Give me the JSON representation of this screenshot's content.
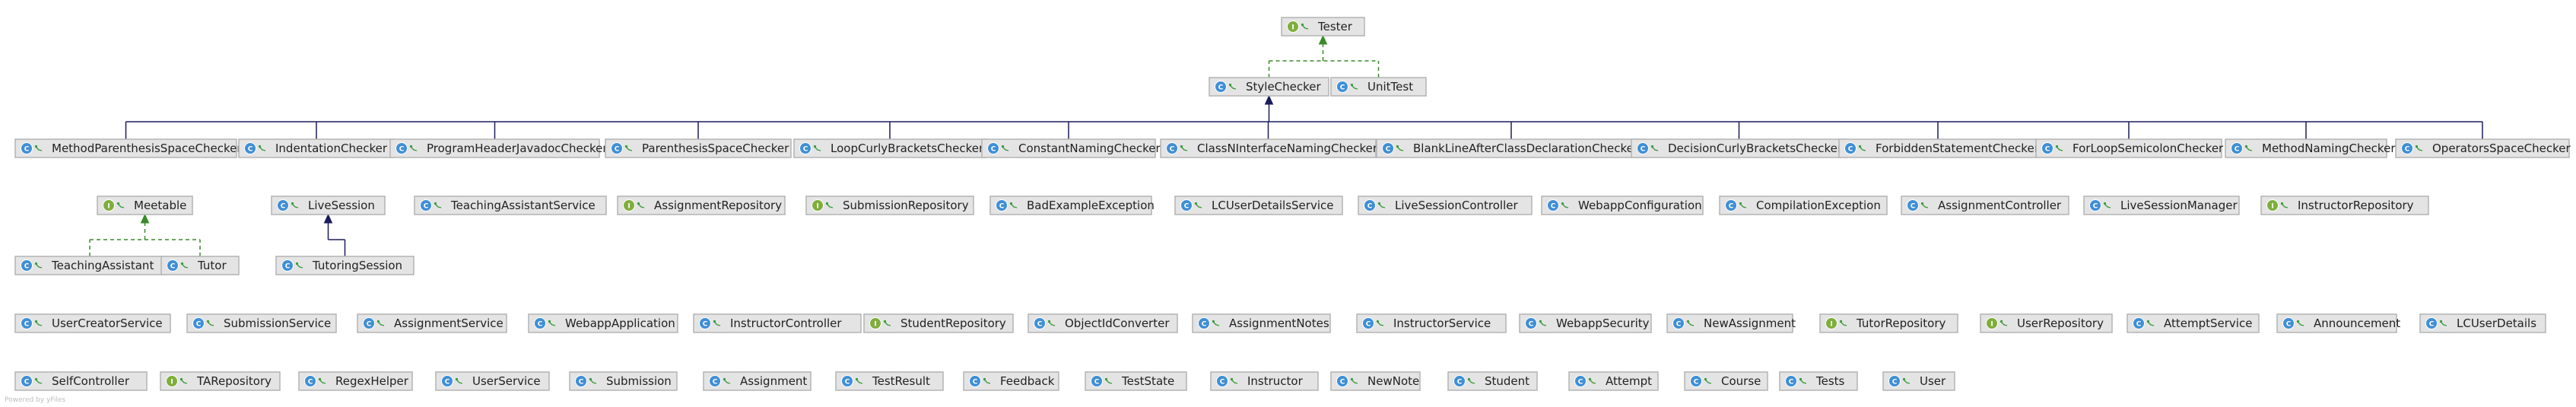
{
  "diagram": {
    "credit": "Powered by yFiles",
    "colors": {
      "class_badge": "#3f8fd6",
      "interface_badge": "#7fae3c",
      "visibility_mark": "#3a9a3a",
      "extends_edge": "#1c1c5c",
      "implements_edge": "#3a8a2a",
      "node_fill": "#e4e4e4",
      "node_border": "#b4b4b4"
    },
    "nodes": [
      {
        "id": "tester",
        "label": "Tester",
        "kind": "interface"
      },
      {
        "id": "stylechecker",
        "label": "StyleChecker",
        "kind": "class"
      },
      {
        "id": "unittest",
        "label": "UnitTest",
        "kind": "class"
      },
      {
        "id": "methodparenthesisspacechecker",
        "label": "MethodParenthesisSpaceChecker",
        "kind": "class"
      },
      {
        "id": "indentationchecker",
        "label": "IndentationChecker",
        "kind": "class"
      },
      {
        "id": "programheaderjavadocchecker",
        "label": "ProgramHeaderJavadocChecker",
        "kind": "class"
      },
      {
        "id": "parenthesisspacechecker",
        "label": "ParenthesisSpaceChecker",
        "kind": "class"
      },
      {
        "id": "loopcurlybracketschecker",
        "label": "LoopCurlyBracketsChecker",
        "kind": "class"
      },
      {
        "id": "constantnamingchecker",
        "label": "ConstantNamingChecker",
        "kind": "class"
      },
      {
        "id": "classninterfacenamingchecker",
        "label": "ClassNInterfaceNamingChecker",
        "kind": "class"
      },
      {
        "id": "blanklineafterclassdeclarationchecker",
        "label": "BlankLineAfterClassDeclarationChecker",
        "kind": "class"
      },
      {
        "id": "decisioncurlybracketschecker",
        "label": "DecisionCurlyBracketsChecker",
        "kind": "class"
      },
      {
        "id": "forbiddenstatementchecker",
        "label": "ForbiddenStatementChecker",
        "kind": "class"
      },
      {
        "id": "forloopsemicolonchecker",
        "label": "ForLoopSemicolonChecker",
        "kind": "class"
      },
      {
        "id": "methodnamingchecker",
        "label": "MethodNamingChecker",
        "kind": "class"
      },
      {
        "id": "operatorsspacechecker",
        "label": "OperatorsSpaceChecker",
        "kind": "class"
      },
      {
        "id": "meetable",
        "label": "Meetable",
        "kind": "interface"
      },
      {
        "id": "livesession",
        "label": "LiveSession",
        "kind": "class"
      },
      {
        "id": "teachingassistantservice",
        "label": "TeachingAssistantService",
        "kind": "class"
      },
      {
        "id": "assignmentrepository",
        "label": "AssignmentRepository",
        "kind": "interface"
      },
      {
        "id": "submissionrepository",
        "label": "SubmissionRepository",
        "kind": "interface"
      },
      {
        "id": "badexampleexception",
        "label": "BadExampleException",
        "kind": "class"
      },
      {
        "id": "lcuserdetailsservice",
        "label": "LCUserDetailsService",
        "kind": "class"
      },
      {
        "id": "livesessioncontroller",
        "label": "LiveSessionController",
        "kind": "class"
      },
      {
        "id": "webappconfiguration",
        "label": "WebappConfiguration",
        "kind": "class"
      },
      {
        "id": "compilationexception",
        "label": "CompilationException",
        "kind": "class"
      },
      {
        "id": "assignmentcontroller",
        "label": "AssignmentController",
        "kind": "class"
      },
      {
        "id": "livesessionmanager",
        "label": "LiveSessionManager",
        "kind": "class"
      },
      {
        "id": "instructorrepository",
        "label": "InstructorRepository",
        "kind": "interface"
      },
      {
        "id": "teachingassistant",
        "label": "TeachingAssistant",
        "kind": "class"
      },
      {
        "id": "tutor",
        "label": "Tutor",
        "kind": "class"
      },
      {
        "id": "tutoringsession",
        "label": "TutoringSession",
        "kind": "class"
      },
      {
        "id": "usercreatorservice",
        "label": "UserCreatorService",
        "kind": "class"
      },
      {
        "id": "submissionservice",
        "label": "SubmissionService",
        "kind": "class"
      },
      {
        "id": "assignmentservice",
        "label": "AssignmentService",
        "kind": "class"
      },
      {
        "id": "webappapplication",
        "label": "WebappApplication",
        "kind": "class"
      },
      {
        "id": "instructorcontroller",
        "label": "InstructorController",
        "kind": "class"
      },
      {
        "id": "studentrepository",
        "label": "StudentRepository",
        "kind": "interface"
      },
      {
        "id": "objectidconverter",
        "label": "ObjectIdConverter",
        "kind": "class"
      },
      {
        "id": "assignmentnotes",
        "label": "AssignmentNotes",
        "kind": "class"
      },
      {
        "id": "instructorservice",
        "label": "InstructorService",
        "kind": "class"
      },
      {
        "id": "webappsecurity",
        "label": "WebappSecurity",
        "kind": "class"
      },
      {
        "id": "newassignment",
        "label": "NewAssignment",
        "kind": "class"
      },
      {
        "id": "tutorrepository",
        "label": "TutorRepository",
        "kind": "interface"
      },
      {
        "id": "userrepository",
        "label": "UserRepository",
        "kind": "interface"
      },
      {
        "id": "attemptservice",
        "label": "AttemptService",
        "kind": "class"
      },
      {
        "id": "announcement",
        "label": "Announcement",
        "kind": "class"
      },
      {
        "id": "lcuserdetails",
        "label": "LCUserDetails",
        "kind": "class"
      },
      {
        "id": "selfcontroller",
        "label": "SelfController",
        "kind": "class"
      },
      {
        "id": "tarepository",
        "label": "TARepository",
        "kind": "interface"
      },
      {
        "id": "regexhelper",
        "label": "RegexHelper",
        "kind": "class"
      },
      {
        "id": "userservice",
        "label": "UserService",
        "kind": "class"
      },
      {
        "id": "submission",
        "label": "Submission",
        "kind": "class"
      },
      {
        "id": "assignment",
        "label": "Assignment",
        "kind": "class"
      },
      {
        "id": "testresult",
        "label": "TestResult",
        "kind": "class"
      },
      {
        "id": "feedback",
        "label": "Feedback",
        "kind": "class"
      },
      {
        "id": "teststate",
        "label": "TestState",
        "kind": "class"
      },
      {
        "id": "instructor",
        "label": "Instructor",
        "kind": "class"
      },
      {
        "id": "newnote",
        "label": "NewNote",
        "kind": "class"
      },
      {
        "id": "student",
        "label": "Student",
        "kind": "class"
      },
      {
        "id": "attempt",
        "label": "Attempt",
        "kind": "class"
      },
      {
        "id": "course",
        "label": "Course",
        "kind": "class"
      },
      {
        "id": "tests",
        "label": "Tests",
        "kind": "class"
      },
      {
        "id": "user",
        "label": "User",
        "kind": "class"
      }
    ],
    "edges": [
      {
        "from": "stylechecker",
        "to": "tester",
        "type": "implements"
      },
      {
        "from": "unittest",
        "to": "tester",
        "type": "implements"
      },
      {
        "from": "methodparenthesisspacechecker",
        "to": "stylechecker",
        "type": "extends"
      },
      {
        "from": "indentationchecker",
        "to": "stylechecker",
        "type": "extends"
      },
      {
        "from": "programheaderjavadocchecker",
        "to": "stylechecker",
        "type": "extends"
      },
      {
        "from": "parenthesisspacechecker",
        "to": "stylechecker",
        "type": "extends"
      },
      {
        "from": "loopcurlybracketschecker",
        "to": "stylechecker",
        "type": "extends"
      },
      {
        "from": "constantnamingchecker",
        "to": "stylechecker",
        "type": "extends"
      },
      {
        "from": "classninterfacenamingchecker",
        "to": "stylechecker",
        "type": "extends"
      },
      {
        "from": "blanklineafterclassdeclarationchecker",
        "to": "stylechecker",
        "type": "extends"
      },
      {
        "from": "decisioncurlybracketschecker",
        "to": "stylechecker",
        "type": "extends"
      },
      {
        "from": "forbiddenstatementchecker",
        "to": "stylechecker",
        "type": "extends"
      },
      {
        "from": "forloopsemicolonchecker",
        "to": "stylechecker",
        "type": "extends"
      },
      {
        "from": "methodnamingchecker",
        "to": "stylechecker",
        "type": "extends"
      },
      {
        "from": "operatorsspacechecker",
        "to": "stylechecker",
        "type": "extends"
      },
      {
        "from": "teachingassistant",
        "to": "meetable",
        "type": "implements"
      },
      {
        "from": "tutor",
        "to": "meetable",
        "type": "implements"
      },
      {
        "from": "tutoringsession",
        "to": "livesession",
        "type": "extends"
      }
    ]
  }
}
